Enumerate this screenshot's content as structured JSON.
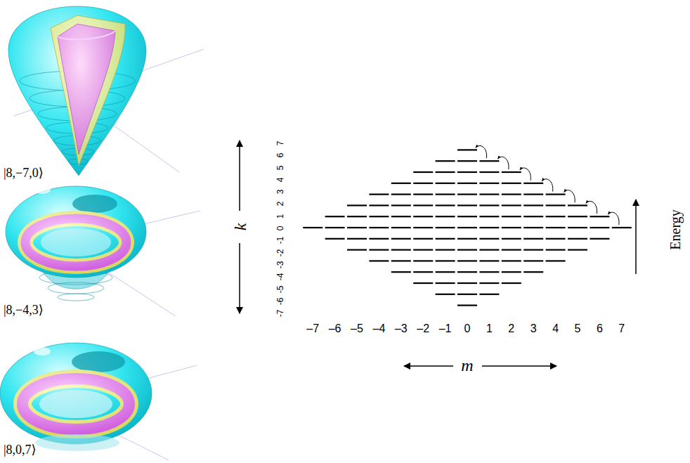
{
  "diagram": {
    "labels": [
      "|8,−7,0⟩",
      "|8,−4,3⟩",
      "|8,0,7⟩",
      "k",
      "-7",
      "-6",
      "-5",
      "-4",
      "-3",
      "-2",
      "-1",
      "0",
      "1",
      "2",
      "3",
      "4",
      "5",
      "6",
      "7",
      "–7",
      "–6",
      "–5",
      "–4",
      "–3",
      "–2",
      "–1",
      "0",
      "1",
      "2",
      "3",
      "4",
      "5",
      "6",
      "7",
      "m",
      "Energy"
    ]
  }
}
